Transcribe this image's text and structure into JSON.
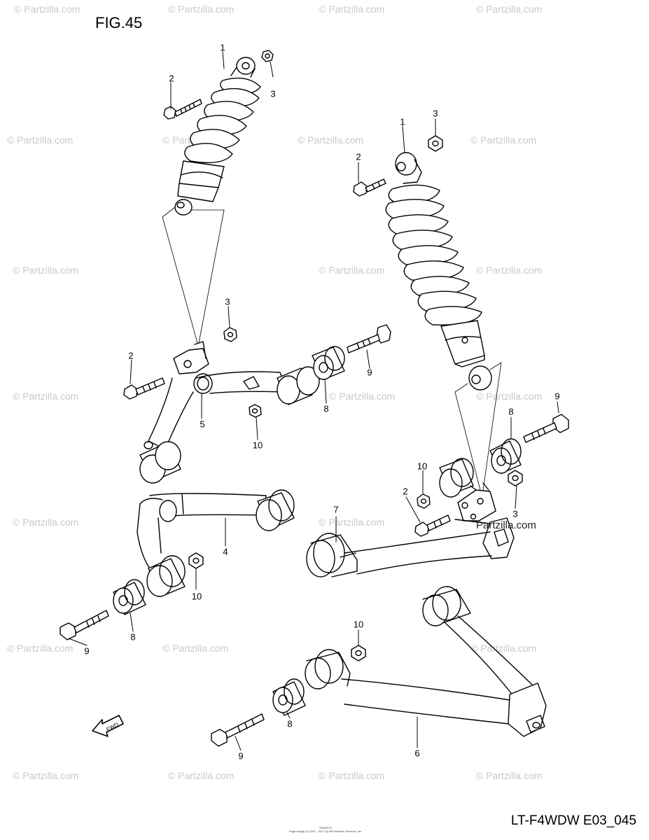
{
  "figure": {
    "title": "FIG.45",
    "code": "LT-F4WDW E03_045",
    "footer_lines": [
      "92829273",
      "Page design (c) 2001 - 2017 by ARI Network Services, Inc."
    ],
    "watermark": "© Partzilla.com",
    "inline_watermark": "Partzilla.com",
    "fwd_label": "FWD"
  },
  "callouts": [
    {
      "id": "c1a",
      "label": "1"
    },
    {
      "id": "c2a",
      "label": "2"
    },
    {
      "id": "c3a",
      "label": "3"
    },
    {
      "id": "c3b",
      "label": "3"
    },
    {
      "id": "c2b",
      "label": "2"
    },
    {
      "id": "c9a",
      "label": "9"
    },
    {
      "id": "c5",
      "label": "5"
    },
    {
      "id": "c8a",
      "label": "8"
    },
    {
      "id": "c10a",
      "label": "10"
    },
    {
      "id": "c1b",
      "label": "1"
    },
    {
      "id": "c3c",
      "label": "3"
    },
    {
      "id": "c2c",
      "label": "2"
    },
    {
      "id": "c9b",
      "label": "9"
    },
    {
      "id": "c8b",
      "label": "8"
    },
    {
      "id": "c10b",
      "label": "10"
    },
    {
      "id": "c2d",
      "label": "2"
    },
    {
      "id": "c3d",
      "label": "3"
    },
    {
      "id": "c7",
      "label": "7"
    },
    {
      "id": "c4",
      "label": "4"
    },
    {
      "id": "c10c",
      "label": "10"
    },
    {
      "id": "c8c",
      "label": "8"
    },
    {
      "id": "c9c",
      "label": "9"
    },
    {
      "id": "c10d",
      "label": "10"
    },
    {
      "id": "c8d",
      "label": "8"
    },
    {
      "id": "c9d",
      "label": "9"
    },
    {
      "id": "c6",
      "label": "6"
    }
  ]
}
